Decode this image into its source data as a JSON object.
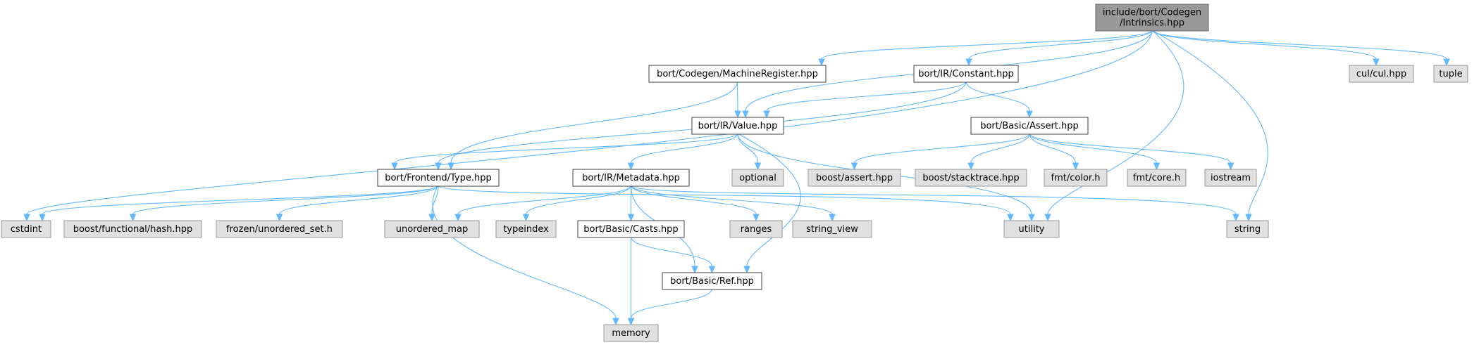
{
  "nodes": [
    {
      "id": "root",
      "kind": "root",
      "lines": [
        "include/bort/Codegen",
        "/Intrinsics.hpp"
      ]
    },
    {
      "id": "machinereg",
      "kind": "local",
      "lines": [
        "bort/Codegen/MachineRegister.hpp"
      ]
    },
    {
      "id": "constant",
      "kind": "local",
      "lines": [
        "bort/IR/Constant.hpp"
      ]
    },
    {
      "id": "culhpp",
      "kind": "system",
      "lines": [
        "cul/cul.hpp"
      ]
    },
    {
      "id": "tuple",
      "kind": "system",
      "lines": [
        "tuple"
      ]
    },
    {
      "id": "value",
      "kind": "local",
      "lines": [
        "bort/IR/Value.hpp"
      ]
    },
    {
      "id": "assert",
      "kind": "local",
      "lines": [
        "bort/Basic/Assert.hpp"
      ]
    },
    {
      "id": "type",
      "kind": "local",
      "lines": [
        "bort/Frontend/Type.hpp"
      ]
    },
    {
      "id": "metadata",
      "kind": "local",
      "lines": [
        "bort/IR/Metadata.hpp"
      ]
    },
    {
      "id": "optional",
      "kind": "system",
      "lines": [
        "optional"
      ]
    },
    {
      "id": "boostassert",
      "kind": "system",
      "lines": [
        "boost/assert.hpp"
      ]
    },
    {
      "id": "stacktrace",
      "kind": "system",
      "lines": [
        "boost/stacktrace.hpp"
      ]
    },
    {
      "id": "fmtcolor",
      "kind": "system",
      "lines": [
        "fmt/color.h"
      ]
    },
    {
      "id": "fmtcore",
      "kind": "system",
      "lines": [
        "fmt/core.h"
      ]
    },
    {
      "id": "iostream",
      "kind": "system",
      "lines": [
        "iostream"
      ]
    },
    {
      "id": "cstdint",
      "kind": "system",
      "lines": [
        "cstdint"
      ]
    },
    {
      "id": "hash",
      "kind": "system",
      "lines": [
        "boost/functional/hash.hpp"
      ]
    },
    {
      "id": "frozen",
      "kind": "system",
      "lines": [
        "frozen/unordered_set.h"
      ]
    },
    {
      "id": "umap",
      "kind": "system",
      "lines": [
        "unordered_map"
      ]
    },
    {
      "id": "typeindex",
      "kind": "system",
      "lines": [
        "typeindex"
      ]
    },
    {
      "id": "casts",
      "kind": "local",
      "lines": [
        "bort/Basic/Casts.hpp"
      ]
    },
    {
      "id": "ranges",
      "kind": "system",
      "lines": [
        "ranges"
      ]
    },
    {
      "id": "stringview",
      "kind": "system",
      "lines": [
        "string_view"
      ]
    },
    {
      "id": "utility",
      "kind": "system",
      "lines": [
        "utility"
      ]
    },
    {
      "id": "string",
      "kind": "system",
      "lines": [
        "string"
      ]
    },
    {
      "id": "ref",
      "kind": "local",
      "lines": [
        "bort/Basic/Ref.hpp"
      ]
    },
    {
      "id": "memory",
      "kind": "system",
      "lines": [
        "memory"
      ]
    }
  ],
  "edges": [
    {
      "from": "root",
      "to": "machinereg"
    },
    {
      "from": "root",
      "to": "constant"
    },
    {
      "from": "root",
      "to": "culhpp"
    },
    {
      "from": "root",
      "to": "tuple"
    },
    {
      "from": "root",
      "to": "value"
    },
    {
      "from": "root",
      "to": "cstdint"
    },
    {
      "from": "root",
      "to": "utility"
    },
    {
      "from": "root",
      "to": "string"
    },
    {
      "from": "machinereg",
      "to": "value"
    },
    {
      "from": "machinereg",
      "to": "type"
    },
    {
      "from": "constant",
      "to": "value"
    },
    {
      "from": "constant",
      "to": "assert"
    },
    {
      "from": "constant",
      "to": "type"
    },
    {
      "from": "value",
      "to": "type"
    },
    {
      "from": "value",
      "to": "metadata"
    },
    {
      "from": "value",
      "to": "optional"
    },
    {
      "from": "value",
      "to": "ref"
    },
    {
      "from": "value",
      "to": "utility"
    },
    {
      "from": "assert",
      "to": "boostassert"
    },
    {
      "from": "assert",
      "to": "stacktrace"
    },
    {
      "from": "assert",
      "to": "fmtcolor"
    },
    {
      "from": "assert",
      "to": "fmtcore"
    },
    {
      "from": "assert",
      "to": "iostream"
    },
    {
      "from": "type",
      "to": "cstdint"
    },
    {
      "from": "type",
      "to": "hash"
    },
    {
      "from": "type",
      "to": "frozen"
    },
    {
      "from": "type",
      "to": "umap"
    },
    {
      "from": "type",
      "to": "memory"
    },
    {
      "from": "type",
      "to": "utility"
    },
    {
      "from": "metadata",
      "to": "umap"
    },
    {
      "from": "metadata",
      "to": "typeindex"
    },
    {
      "from": "metadata",
      "to": "casts"
    },
    {
      "from": "metadata",
      "to": "ranges"
    },
    {
      "from": "metadata",
      "to": "stringview"
    },
    {
      "from": "metadata",
      "to": "string"
    },
    {
      "from": "metadata",
      "to": "ref"
    },
    {
      "from": "casts",
      "to": "ref"
    },
    {
      "from": "casts",
      "to": "memory"
    },
    {
      "from": "ref",
      "to": "memory"
    }
  ]
}
